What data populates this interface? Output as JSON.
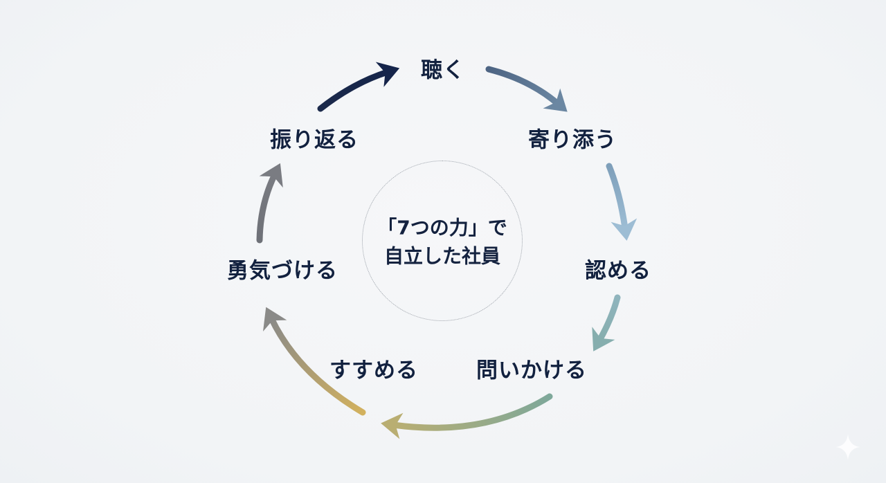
{
  "diagram": {
    "title": "7つの力 サイクル",
    "center": {
      "line1": "「7つの力」で",
      "line2": "自立した社員"
    },
    "nodes": [
      {
        "id": "listen",
        "label": "聴く"
      },
      {
        "id": "empathize",
        "label": "寄り添う"
      },
      {
        "id": "acknowledge",
        "label": "認める"
      },
      {
        "id": "ask",
        "label": "問いかける"
      },
      {
        "id": "recommend",
        "label": "すすめる"
      },
      {
        "id": "encourage",
        "label": "勇気づける"
      },
      {
        "id": "reflect",
        "label": "振り返る"
      }
    ],
    "edges": [
      {
        "from": "listen",
        "to": "empathize",
        "color_start": "#4d6483",
        "color_end": "#6b87a2"
      },
      {
        "from": "empathize",
        "to": "acknowledge",
        "color_start": "#7e9fba",
        "color_end": "#9dbdd4"
      },
      {
        "from": "acknowledge",
        "to": "ask",
        "color_start": "#8fb4bd",
        "color_end": "#86aeae"
      },
      {
        "from": "ask",
        "to": "recommend",
        "color_start": "#7ea89a",
        "color_end": "#b9ae72"
      },
      {
        "from": "recommend",
        "to": "encourage",
        "color_start": "#d2b15e",
        "color_end": "#8a8a88"
      },
      {
        "from": "encourage",
        "to": "reflect",
        "color_start": "#6e7178",
        "color_end": "#7a7c82"
      },
      {
        "from": "reflect",
        "to": "listen",
        "color_start": "#1b2a4b",
        "color_end": "#15244a"
      }
    ],
    "text_color": "#12213f",
    "background_color": "#f3f5f7",
    "watermark_icon": "sparkle-icon"
  }
}
